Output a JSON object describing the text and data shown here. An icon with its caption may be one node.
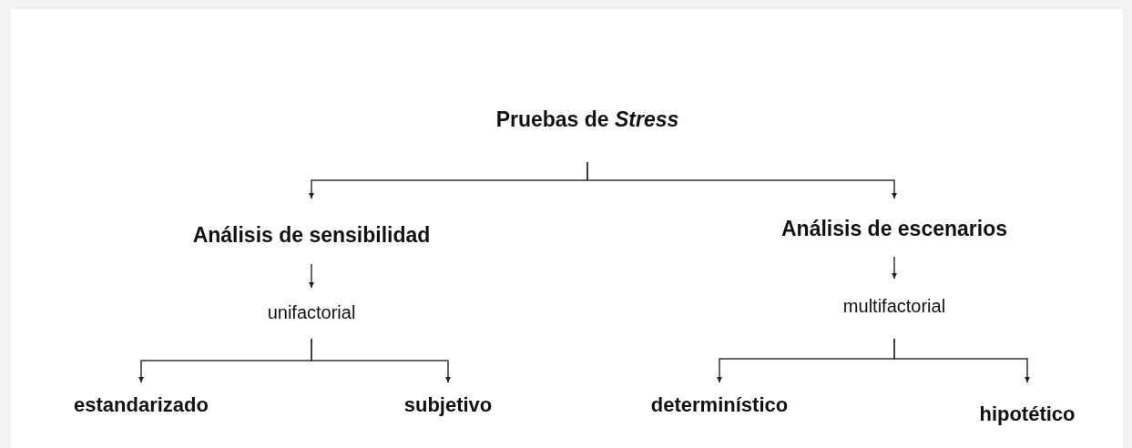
{
  "diagram": {
    "nodes": [
      {
        "text": [
          "Pruebas de *Stress*"
        ]
      },
      {
        "text": [
          "Análisis de sensibilidad"
        ]
      },
      {
        "text": [
          "Análisis de escenarios"
        ]
      },
      {
        "text": [
          "unifactorial"
        ]
      },
      {
        "text": [
          "multifactorial"
        ]
      },
      {
        "text": [
          "estandarizado"
        ]
      },
      {
        "text": [
          "subjetivo"
        ]
      },
      {
        "text": [
          "determinístico"
        ]
      },
      {
        "text": [
          "hipotético"
        ]
      }
    ],
    "edges": [
      {
        "from": 0,
        "to": 1,
        "arrow": "to"
      },
      {
        "from": 0,
        "to": 2,
        "arrow": "to"
      },
      {
        "from": 1,
        "to": 3,
        "arrow": "to"
      },
      {
        "from": 2,
        "to": 4,
        "arrow": "to"
      },
      {
        "from": 3,
        "to": 5,
        "arrow": "to"
      },
      {
        "from": 3,
        "to": 6,
        "arrow": "to"
      },
      {
        "from": 4,
        "to": 7,
        "arrow": "to"
      },
      {
        "from": 4,
        "to": 8,
        "arrow": "to"
      }
    ]
  }
}
